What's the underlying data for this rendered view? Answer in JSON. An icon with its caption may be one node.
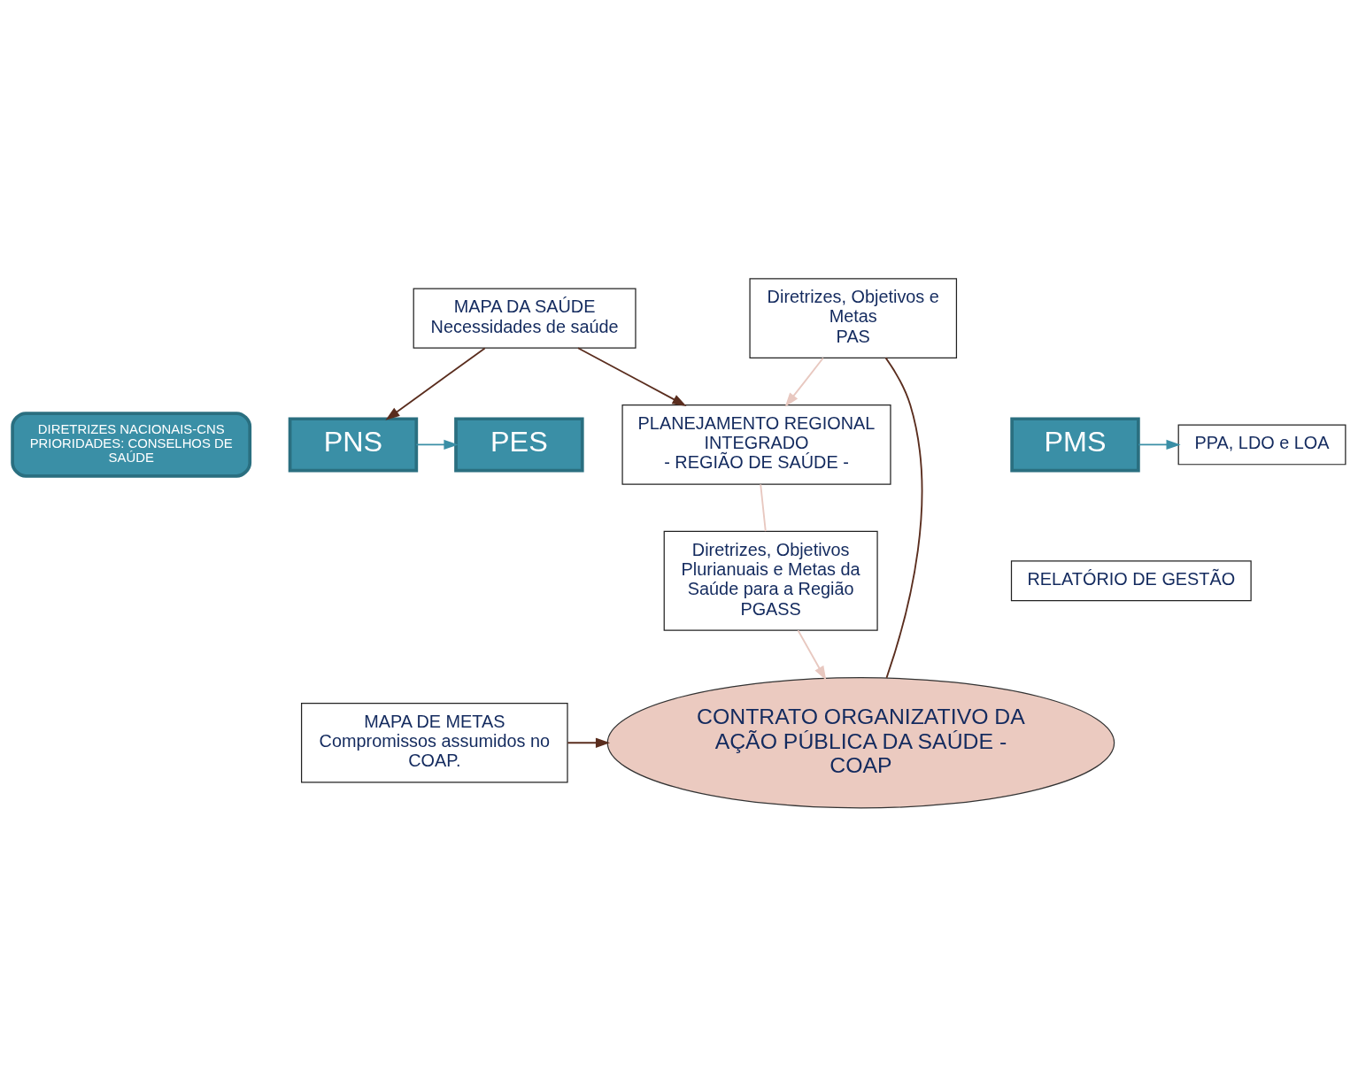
{
  "diagram": {
    "nodes": [
      {
        "text": [
          "DIRETRIZES NACIONAIS-CNS PRIORIDADES: CONSELHOS DE SAÚDE"
        ]
      },
      {
        "text": [
          "PNS"
        ]
      },
      {
        "text": [
          "PES"
        ]
      },
      {
        "text": [
          "PMS"
        ]
      },
      {
        "text": [
          "PPA, LDO e LOA"
        ]
      },
      {
        "text": [
          "MAPA DA SAÚDE",
          "Necessidades de saúde"
        ]
      },
      {
        "text": [
          "Diretrizes, Objetivos e Metas",
          "PAS"
        ]
      },
      {
        "text": [
          "PLANEJAMENTO REGIONAL INTEGRADO",
          "- REGIÃO DE SAÚDE -"
        ]
      },
      {
        "text": [
          "Diretrizes, Objetivos Plurianuais e Metas da Saúde para a Região",
          "PGASS"
        ]
      },
      {
        "text": [
          "RELATÓRIO DE GESTÃO"
        ]
      },
      {
        "text": [
          "MAPA DE METAS",
          "Compromissos assumidos no COAP."
        ]
      },
      {
        "text": [
          "CONTRATO ORGANIZATIVO DA AÇÃO PÚBLICA DA SAÚDE - COAP"
        ]
      }
    ],
    "edges": [
      {
        "from": 1,
        "to": 2,
        "arrow": "to",
        "color": "#3a8fa6"
      },
      {
        "from": 3,
        "to": 4,
        "arrow": "to",
        "color": "#3a8fa6"
      },
      {
        "from": 5,
        "to": 1,
        "arrow": "to"
      },
      {
        "from": 5,
        "to": 7,
        "arrow": "to"
      },
      {
        "from": 6,
        "to": 7,
        "arrow": "to",
        "color": "#e8c8c0"
      },
      {
        "from": 7,
        "to": 8,
        "arrow": "none",
        "color": "#e8c8c0"
      },
      {
        "from": 8,
        "to": 11,
        "arrow": "to",
        "color": "#e8c8c0"
      },
      {
        "from": 10,
        "to": 11,
        "arrow": "to"
      },
      {
        "from": 6,
        "to": 11,
        "arrow": "none"
      }
    ]
  }
}
